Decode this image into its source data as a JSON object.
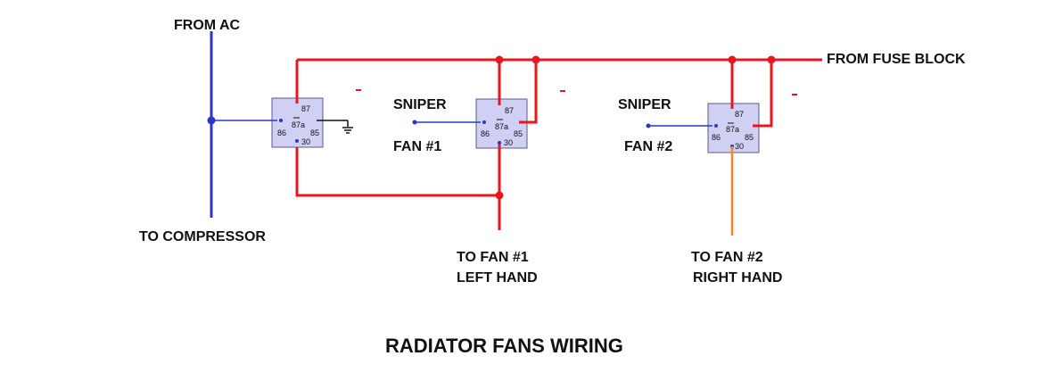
{
  "labels": {
    "from_ac": "FROM AC",
    "from_fuse_block": "FROM FUSE BLOCK",
    "to_compressor": "TO COMPRESSOR",
    "sniper_1": "SNIPER",
    "fan_1": "FAN #1",
    "sniper_2": "SNIPER",
    "fan_2": "FAN #2",
    "to_fan1_line1": "TO FAN #1",
    "to_fan1_line2": "LEFT HAND",
    "to_fan2_line1": "TO FAN #2",
    "to_fan2_line2": "RIGHT HAND",
    "title": "RADIATOR FANS WIRING"
  },
  "relay_pins": {
    "p87": "87",
    "p87a": "87a",
    "p86": "86",
    "p85": "85",
    "p30": "30"
  },
  "colors": {
    "power_wire": "#e8161e",
    "signal_wire": "#2b35c9",
    "fan2_wire": "#f4852b",
    "relay_fill": "#cfd0f3",
    "relay_border": "#5a5a8a"
  }
}
